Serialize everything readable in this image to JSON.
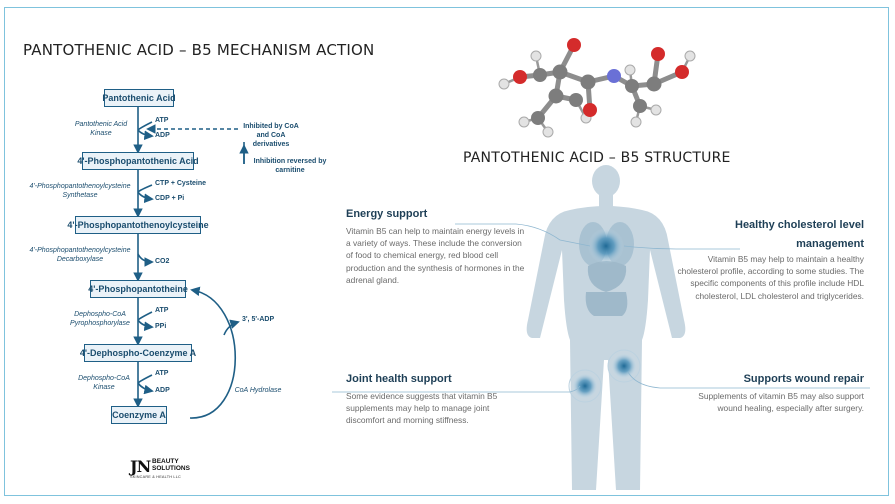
{
  "titles": {
    "mechanism": "PANTOTHENIC ACID – B5 MECHANISM ACTION",
    "structure": "PANTOTHENIC ACID – B5 STRUCTURE"
  },
  "pathway": {
    "nodes": [
      "Pantothenic Acid",
      "4'-Phosphopantothenic Acid",
      "4'-Phosphopantothenoylcysteine",
      "4'-Phosphopantotheine",
      "4'-Dephospho-Coenzyme A",
      "Coenzyme A"
    ],
    "enzymes": [
      "Pantothenic Acid Kinase",
      "4'-Phosphopantothenoylcysteine Synthetase",
      "4'-Phosphopantothenoylcysteine Decarboxylase",
      "Dephospho-CoA Pyrophosphorylase",
      "Dephospho-CoA Kinase",
      "CoA Hydrolase"
    ],
    "cofactors": {
      "s1_in": "ATP",
      "s1_out": "ADP",
      "s2_in": "CTP + Cysteine",
      "s2_out": "CDP + Pi",
      "s3_out": "CO2",
      "s4_in": "ATP",
      "s4_out": "PPi",
      "s5_in": "ATP",
      "s5_out": "ADP",
      "recycle": "3', 5'-ADP"
    },
    "notes": {
      "inhibited": "Inhibited by CoA and CoA derivatives",
      "reversed": "Inhibition reversed by carnitine"
    }
  },
  "health": {
    "energy": {
      "title": "Energy support",
      "body": "Vitamin B5 can help to maintain energy levels in a variety of ways. These include the conversion of food to chemical energy, red blood cell production and the synthesis of hormones in the adrenal gland."
    },
    "cholesterol": {
      "title": "Healthy cholesterol level management",
      "body": "Vitamin B5 may help to maintain a healthy cholesterol profile, according to some studies. The specific components of this profile include HDL cholesterol, LDL cholesterol and triglycerides."
    },
    "joint": {
      "title": "Joint health support",
      "body": "Some evidence suggests that vitamin B5 supplements may help to manage joint discomfort and morning stiffness."
    },
    "wound": {
      "title": "Supports wound repair",
      "body": "Supplements of vitamin B5 may also support wound healing, especially after surgery."
    }
  },
  "logo": {
    "mark": "JN",
    "line1": "BEAUTY",
    "line2": "SOLUTIONS",
    "tagline": "SKINCARE & HEALTH LLC"
  },
  "colors": {
    "frame": "#7fc3dd",
    "pathway": "#1f5f86",
    "node_fill": "#eaf2f8",
    "body_silhouette": "#c4d3dd",
    "heading": "#1e3f56"
  }
}
